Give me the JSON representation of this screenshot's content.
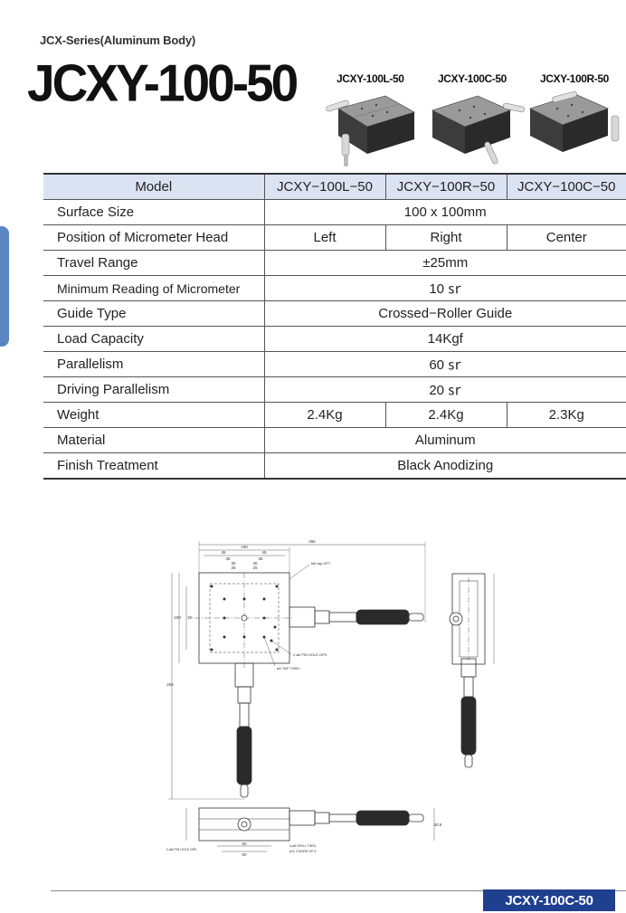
{
  "header": {
    "series": "JCX-Series(Aluminum Body)",
    "title": "JCXY-100-50"
  },
  "variants": [
    {
      "label": "JCXY-100L-50"
    },
    {
      "label": "JCXY-100C-50"
    },
    {
      "label": "JCXY-100R-50"
    }
  ],
  "spec": {
    "head": {
      "label": "Model",
      "models": [
        "JCXY−100L−50",
        "JCXY−100R−50",
        "JCXY−100C−50"
      ]
    },
    "surface_size": {
      "label": "Surface Size",
      "value": "100 x 100mm"
    },
    "micrometer_head": {
      "label": "Position of Micrometer Head",
      "values": [
        "Left",
        "Right",
        "Center"
      ]
    },
    "travel_range": {
      "label": "Travel Range",
      "value": "±25mm"
    },
    "min_reading": {
      "label": "Minimum Reading of Micrometer",
      "value": "10 ㏛"
    },
    "guide_type": {
      "label": "Guide Type",
      "value": "Crossed−Roller Guide"
    },
    "load_capacity": {
      "label": "Load Capacity",
      "value": "14Kgf"
    },
    "parallelism": {
      "label": "Parallelism",
      "value": "60 ㏛"
    },
    "driving_parallelism": {
      "label": "Driving Parallelism",
      "value": "20 ㏛"
    },
    "weight": {
      "label": "Weight",
      "values": [
        "2.4Kg",
        "2.4Kg",
        "2.3Kg"
      ]
    },
    "material": {
      "label": "Material",
      "value": "Aluminum"
    },
    "finish": {
      "label": "Finish Treatment",
      "value": "Black Anodizing"
    }
  },
  "drawing": {
    "dims": {
      "overall_width": "266",
      "top_width": "100",
      "d45a": "45",
      "d45b": "45",
      "d35a": "35",
      "d35b": "35",
      "d30a": "30",
      "d30b": "30",
      "d25a": "25",
      "d25b": "25",
      "side_100": "100",
      "side_50": "50",
      "height": "40.5",
      "bottom_60": "60",
      "bottom_50": "50",
      "overall_height": "266"
    },
    "notes": {
      "tap": "M6 tap DPT",
      "pin_hole": "2-ø6 PIN HOLE DP5",
      "thru": "ø6 TAP THRU",
      "bottom_pin": "2-ø6 PIN HOLE DP5",
      "bottom_drill": "4-ø6 DRILL THRU",
      "bottom_cb": "ø11 C'BORE DP 6"
    }
  },
  "footer": {
    "badge": "JCXY-100C-50"
  },
  "colors": {
    "accent": "#1f3f8f",
    "table_head": "#dbe3f2",
    "side_tab": "#5b86c4"
  }
}
